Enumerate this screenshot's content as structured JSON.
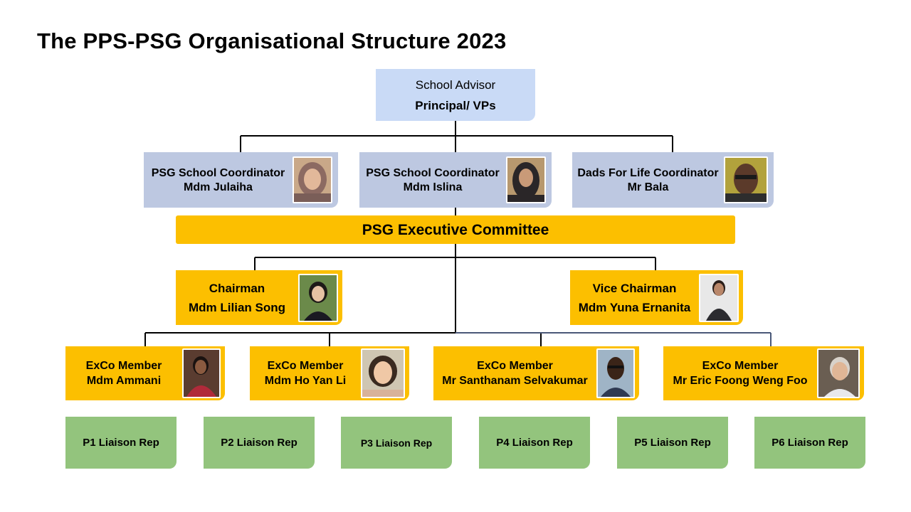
{
  "title": "The PPS-PSG Organisational Structure 2023",
  "advisor": {
    "role": "School Advisor",
    "name": "Principal/  VPs"
  },
  "coordinators": [
    {
      "role": "PSG School Coordinator",
      "name": "Mdm Julaiha"
    },
    {
      "role": "PSG School Coordinator",
      "name": "Mdm Islina"
    },
    {
      "role": "Dads For Life Coordinator",
      "name": "Mr Bala"
    }
  ],
  "executive": {
    "label": "PSG Executive Committee"
  },
  "chair": {
    "role": "Chairman",
    "name": "Mdm Lilian Song"
  },
  "vice_chair": {
    "role": "Vice Chairman",
    "name": "Mdm Yuna Ernanita"
  },
  "exco": [
    {
      "role": "ExCo Member",
      "name": "Mdm Ammani"
    },
    {
      "role": "ExCo Member",
      "name": "Mdm Ho Yan Li"
    },
    {
      "role": "ExCo Member",
      "name": "Mr Santhanam Selvakumar"
    },
    {
      "role": "ExCo Member",
      "name": "Mr Eric Foong Weng Foo"
    }
  ],
  "liaison_reps": [
    "P1 Liaison  Rep",
    "P2 Liaison  Rep",
    "P3 Liaison Rep",
    "P4 Liaison  Rep",
    "P5 Liaison  Rep",
    "P6 Liaison  Rep"
  ],
  "colors": {
    "advisor": "#c9daf6",
    "coordinator": "#bdc8e1",
    "gold": "#fcbf00",
    "rep": "#93c47d",
    "connector": "#000000"
  }
}
